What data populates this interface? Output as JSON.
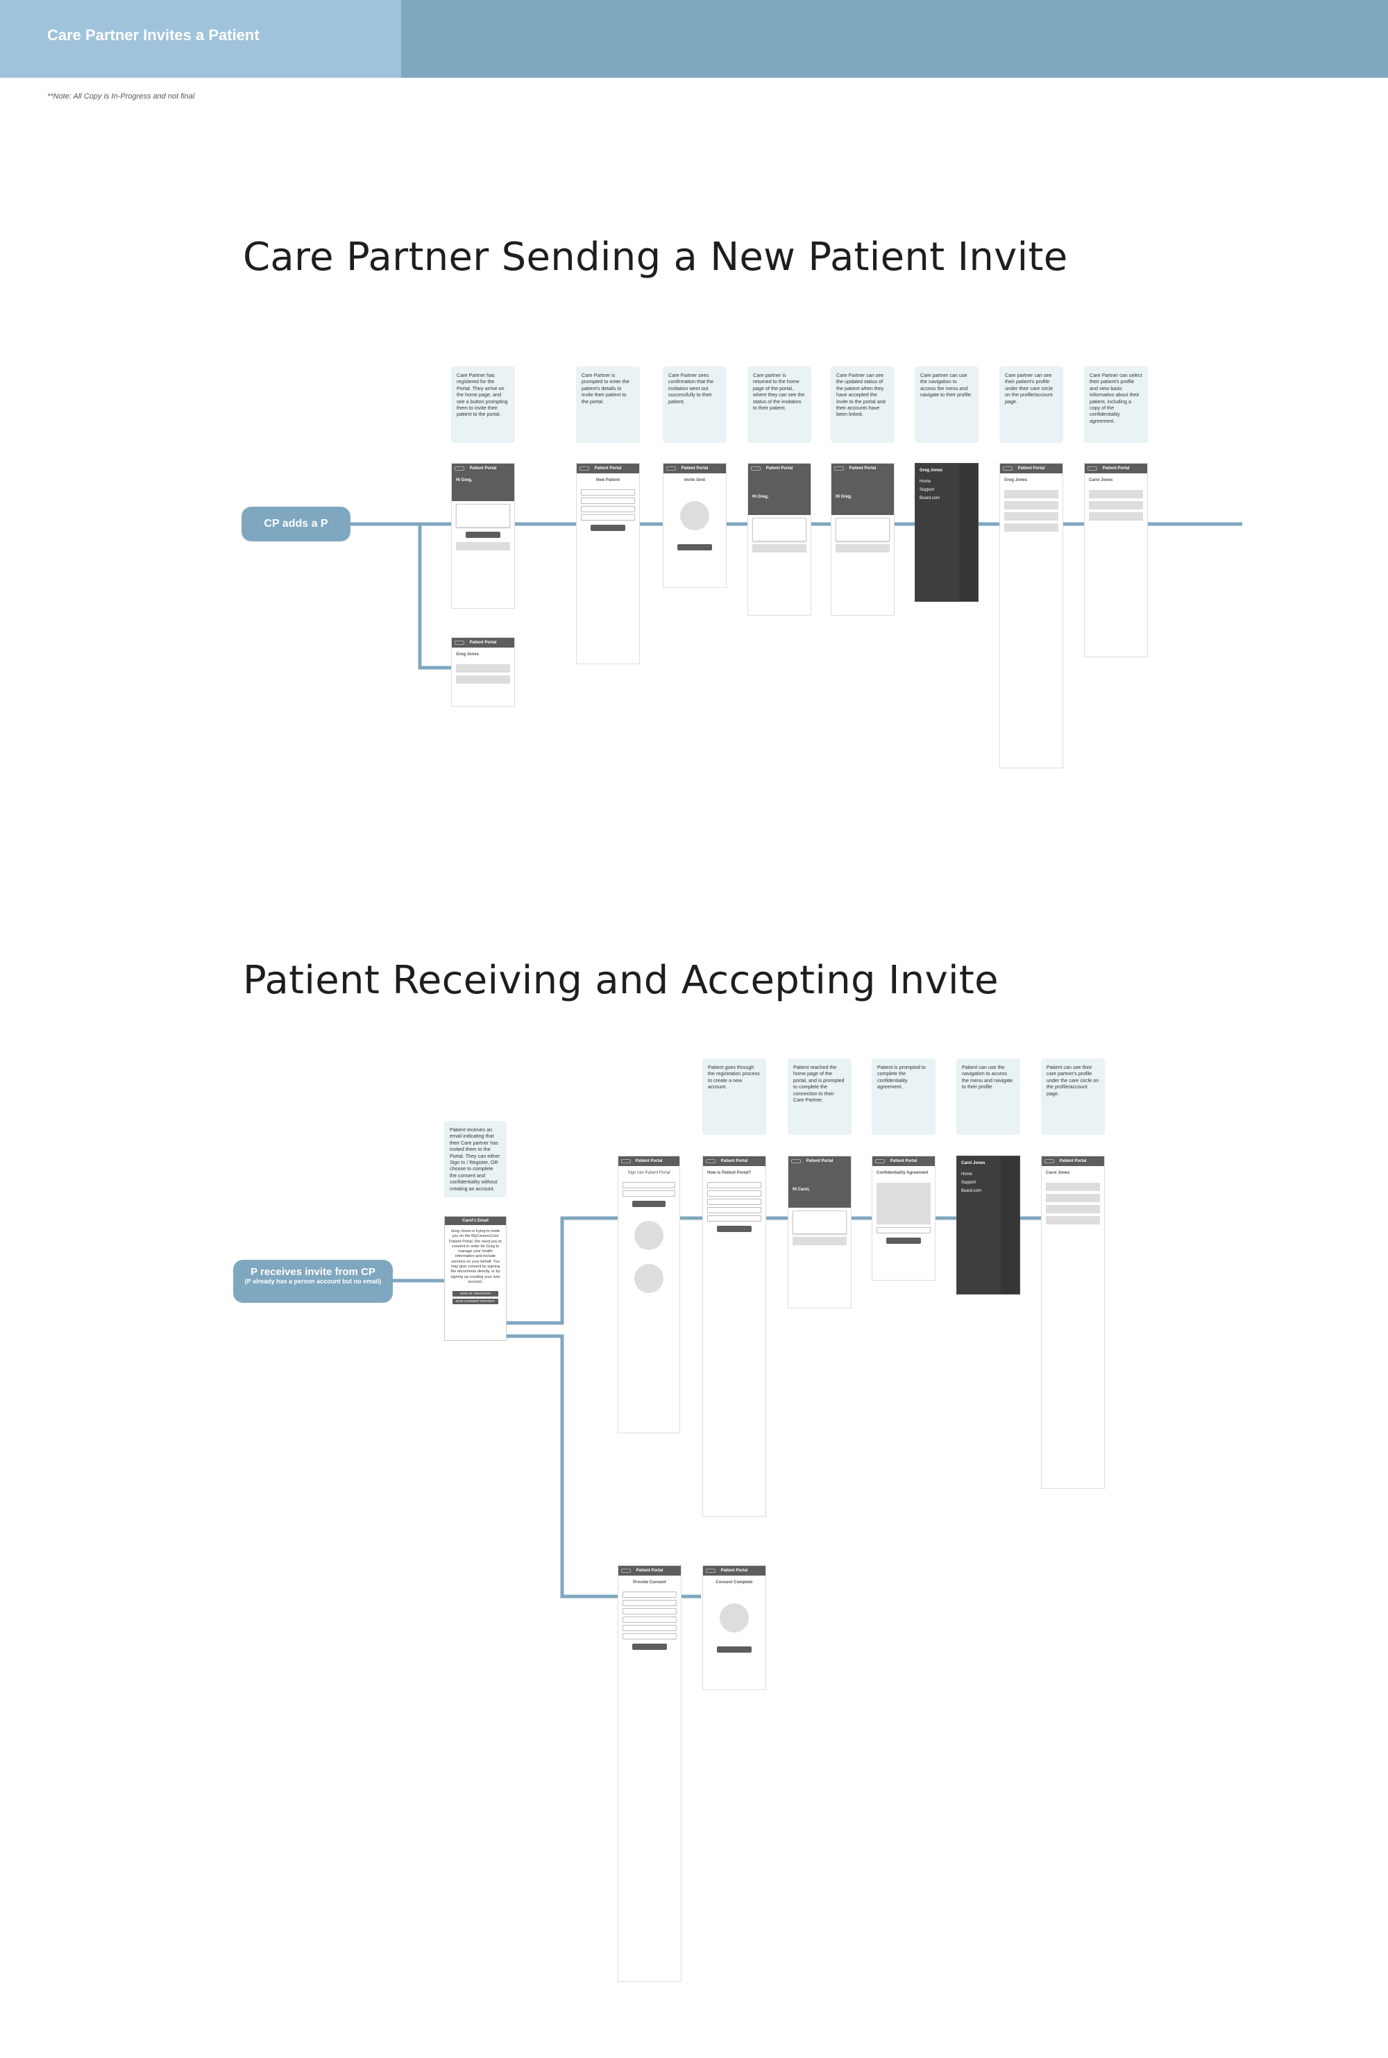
{
  "header": {
    "title": "Care Partner Invites a Patient"
  },
  "note": "**Note: All Copy is In-Progress and not final",
  "section1": {
    "title": "Care Partner Sending a New Patient Invite",
    "start_label": "CP adds a P",
    "notes": [
      "Care Partner has registered for the Portal. They arrive on the home page, and see a button prompting them to invite their patient to the portal.",
      "Care Partner is prompted to enter the patient's details to invite their patient to the portal.",
      "Care Partner sees confirmation that the invitation went out successfully to their patient.",
      "Care partner is returned to the home page of the portal, where they can see the status of the invitation to their patient.",
      "Care Partner can see the updated status of the patient when they have accepted the invite to the portal and their accounts have been linked.",
      "Care partner can use the navigation to access the menu and navigate to their profile.",
      "Care partner can see their patient's profile under their care circle on the profile/account page.",
      "Care Partner can select their patient's profile and view basic information about their patient, including a copy of the confidentiality agreement."
    ],
    "screens": [
      {
        "title": "Patient Portal",
        "greeting": "Hi Greg,"
      },
      {
        "title": "Patient Portal",
        "heading": "New Patient"
      },
      {
        "title": "Patient Portal",
        "heading": "Invite Sent"
      },
      {
        "title": "Patient Portal",
        "greeting": "Hi Greg,"
      },
      {
        "title": "Patient Portal",
        "greeting": "Hi Greg,"
      },
      {
        "title": "Greg Jones",
        "menu": [
          "Home",
          "Support",
          "Board.com"
        ]
      },
      {
        "title": "Patient Portal",
        "name": "Greg Jones"
      },
      {
        "title": "Patient Portal",
        "name": "Carol Jones"
      }
    ],
    "branch_screen": {
      "title": "Patient Portal",
      "name": "Greg Jones"
    }
  },
  "section2": {
    "title": "Patient Receiving and Accepting Invite",
    "start_label": "P receives invite from CP",
    "start_sub": "(P already has a person account but no email)",
    "email_note": "Patient receives an email indicating that their Care partner has invited them to the Portal. They can either Sign In / Register, OR choose to complete the consent and confidentiality without creating an account.",
    "email": {
      "title": "Carol's Email",
      "body": "Greg Jones is trying to invite you on the MyCareersCare Patient Portal. We need you to consent in order for Greg to manage your health information and include services on your behalf. You may give consent by signing the documents directly, or by signing up creating your own account.",
      "btn1": "SIGN IN / REGISTER",
      "btn2": "GIVE CONSENT WITHOUT"
    },
    "notes": [
      "Patient goes through the registration process to create a new account.",
      "Patient reached the home page of the portal, and is prompted to complete the connection to their Care Partner.",
      "Patient is prompted to complete the confidentiality agreement.",
      "Patient can use the navigation to access the menu and navigate to their profile.",
      "Patient can see their care partner's profile under the care circle on the profile/account page."
    ],
    "screens": [
      {
        "title": "Patient Portal",
        "heading": "Sign into Patient Portal"
      },
      {
        "title": "Patient Portal",
        "heading": "How is Patient Portal?"
      },
      {
        "title": "Patient Portal",
        "greeting": "Hi Carol,"
      },
      {
        "title": "Patient Portal",
        "heading": "Confidentiality Agreement"
      },
      {
        "title": "Carol Jones",
        "menu": [
          "Home",
          "Support",
          "Board.com"
        ]
      },
      {
        "title": "Patient Portal",
        "name": "Carol Jones"
      }
    ],
    "consent_screens": [
      {
        "title": "Patient Portal",
        "heading": "Provide Consent"
      },
      {
        "title": "Patient Portal",
        "heading": "Consent Complete"
      }
    ]
  }
}
